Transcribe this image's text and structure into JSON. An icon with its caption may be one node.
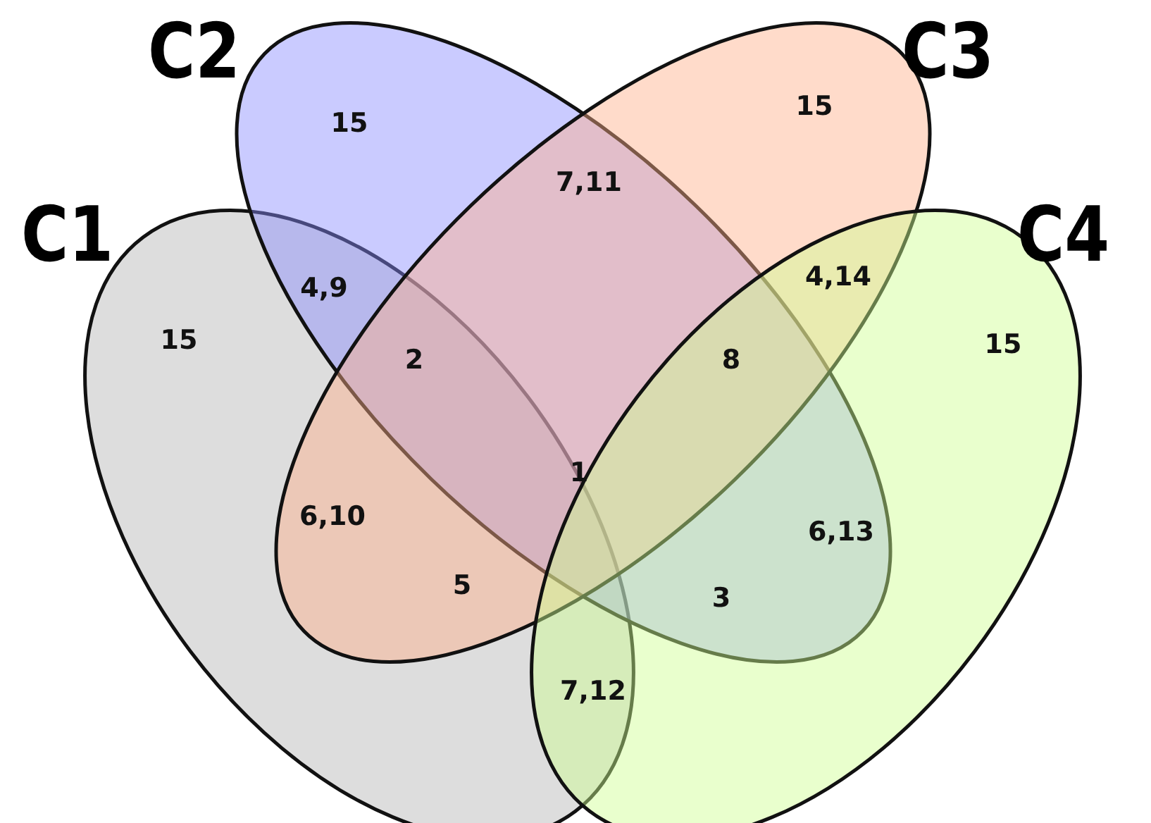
{
  "diagram": {
    "nodes": [
      {
        "text": [
          "C1"
        ]
      },
      {
        "text": [
          "C2"
        ]
      },
      {
        "text": [
          "C3"
        ]
      },
      {
        "text": [
          "C4"
        ]
      }
    ],
    "labels": [
      "15",
      "15",
      "7,11",
      "4,9",
      "4,14",
      "15",
      "2",
      "8",
      "15",
      "1",
      "6,10",
      "6,13",
      "5",
      "3",
      "7,12"
    ]
  }
}
